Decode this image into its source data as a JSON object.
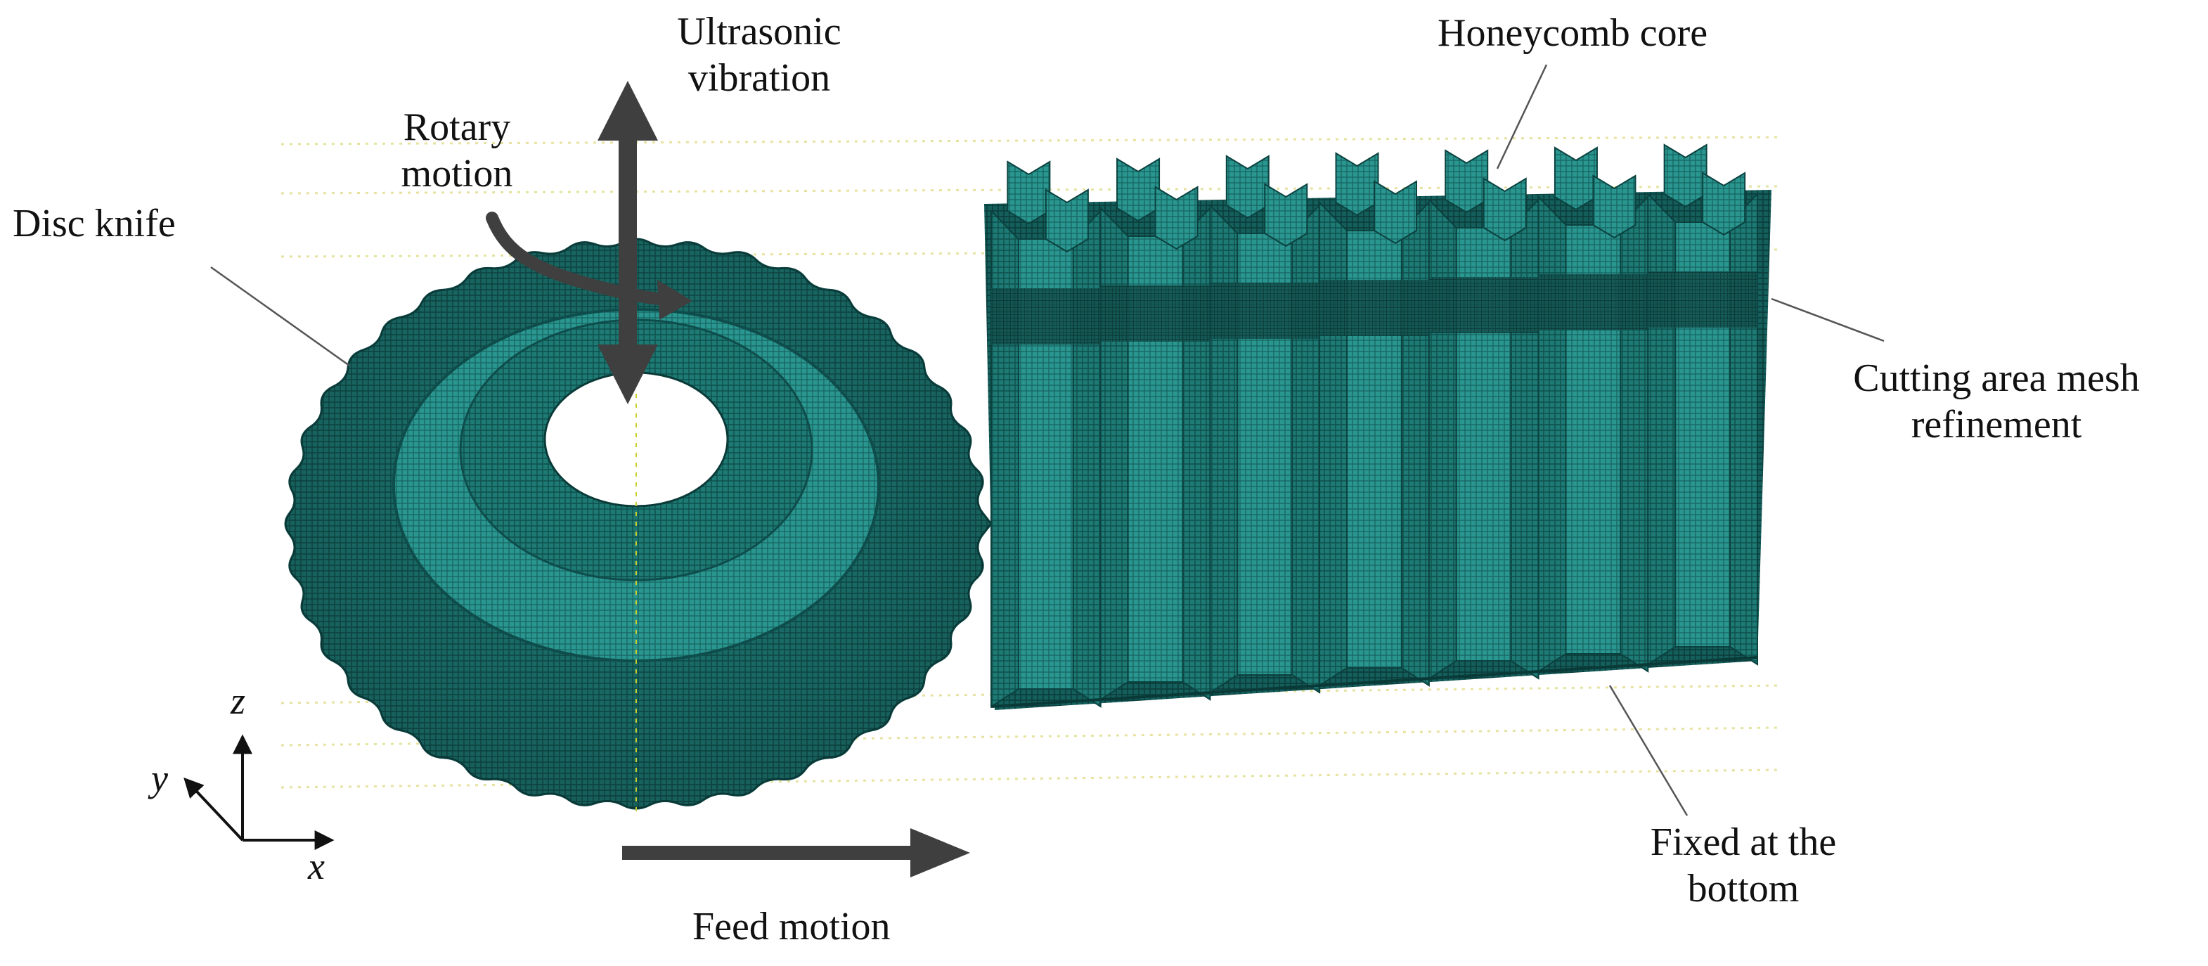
{
  "labels": {
    "ultrasonic_vibration": [
      "Ultrasonic",
      "vibration"
    ],
    "rotary_motion": [
      "Rotary",
      "motion"
    ],
    "disc_knife": "Disc knife",
    "honeycomb_core": "Honeycomb core",
    "cutting_area": [
      "Cutting area mesh",
      "refinement"
    ],
    "fixed_bottom": [
      "Fixed at the",
      "bottom"
    ],
    "feed_motion": "Feed motion"
  },
  "axes": {
    "x": "x",
    "y": "y",
    "z": "z"
  },
  "colors": {
    "mesh": "#1f7a76",
    "mesh_dark": "#0e4d4b",
    "mesh_light": "#39a39d",
    "arrow": "#3f3f3f",
    "guide_line": "#e8e6a6"
  },
  "honeycomb": {
    "columns": 7,
    "rows": 2
  },
  "disc": {
    "teeth": 40
  }
}
